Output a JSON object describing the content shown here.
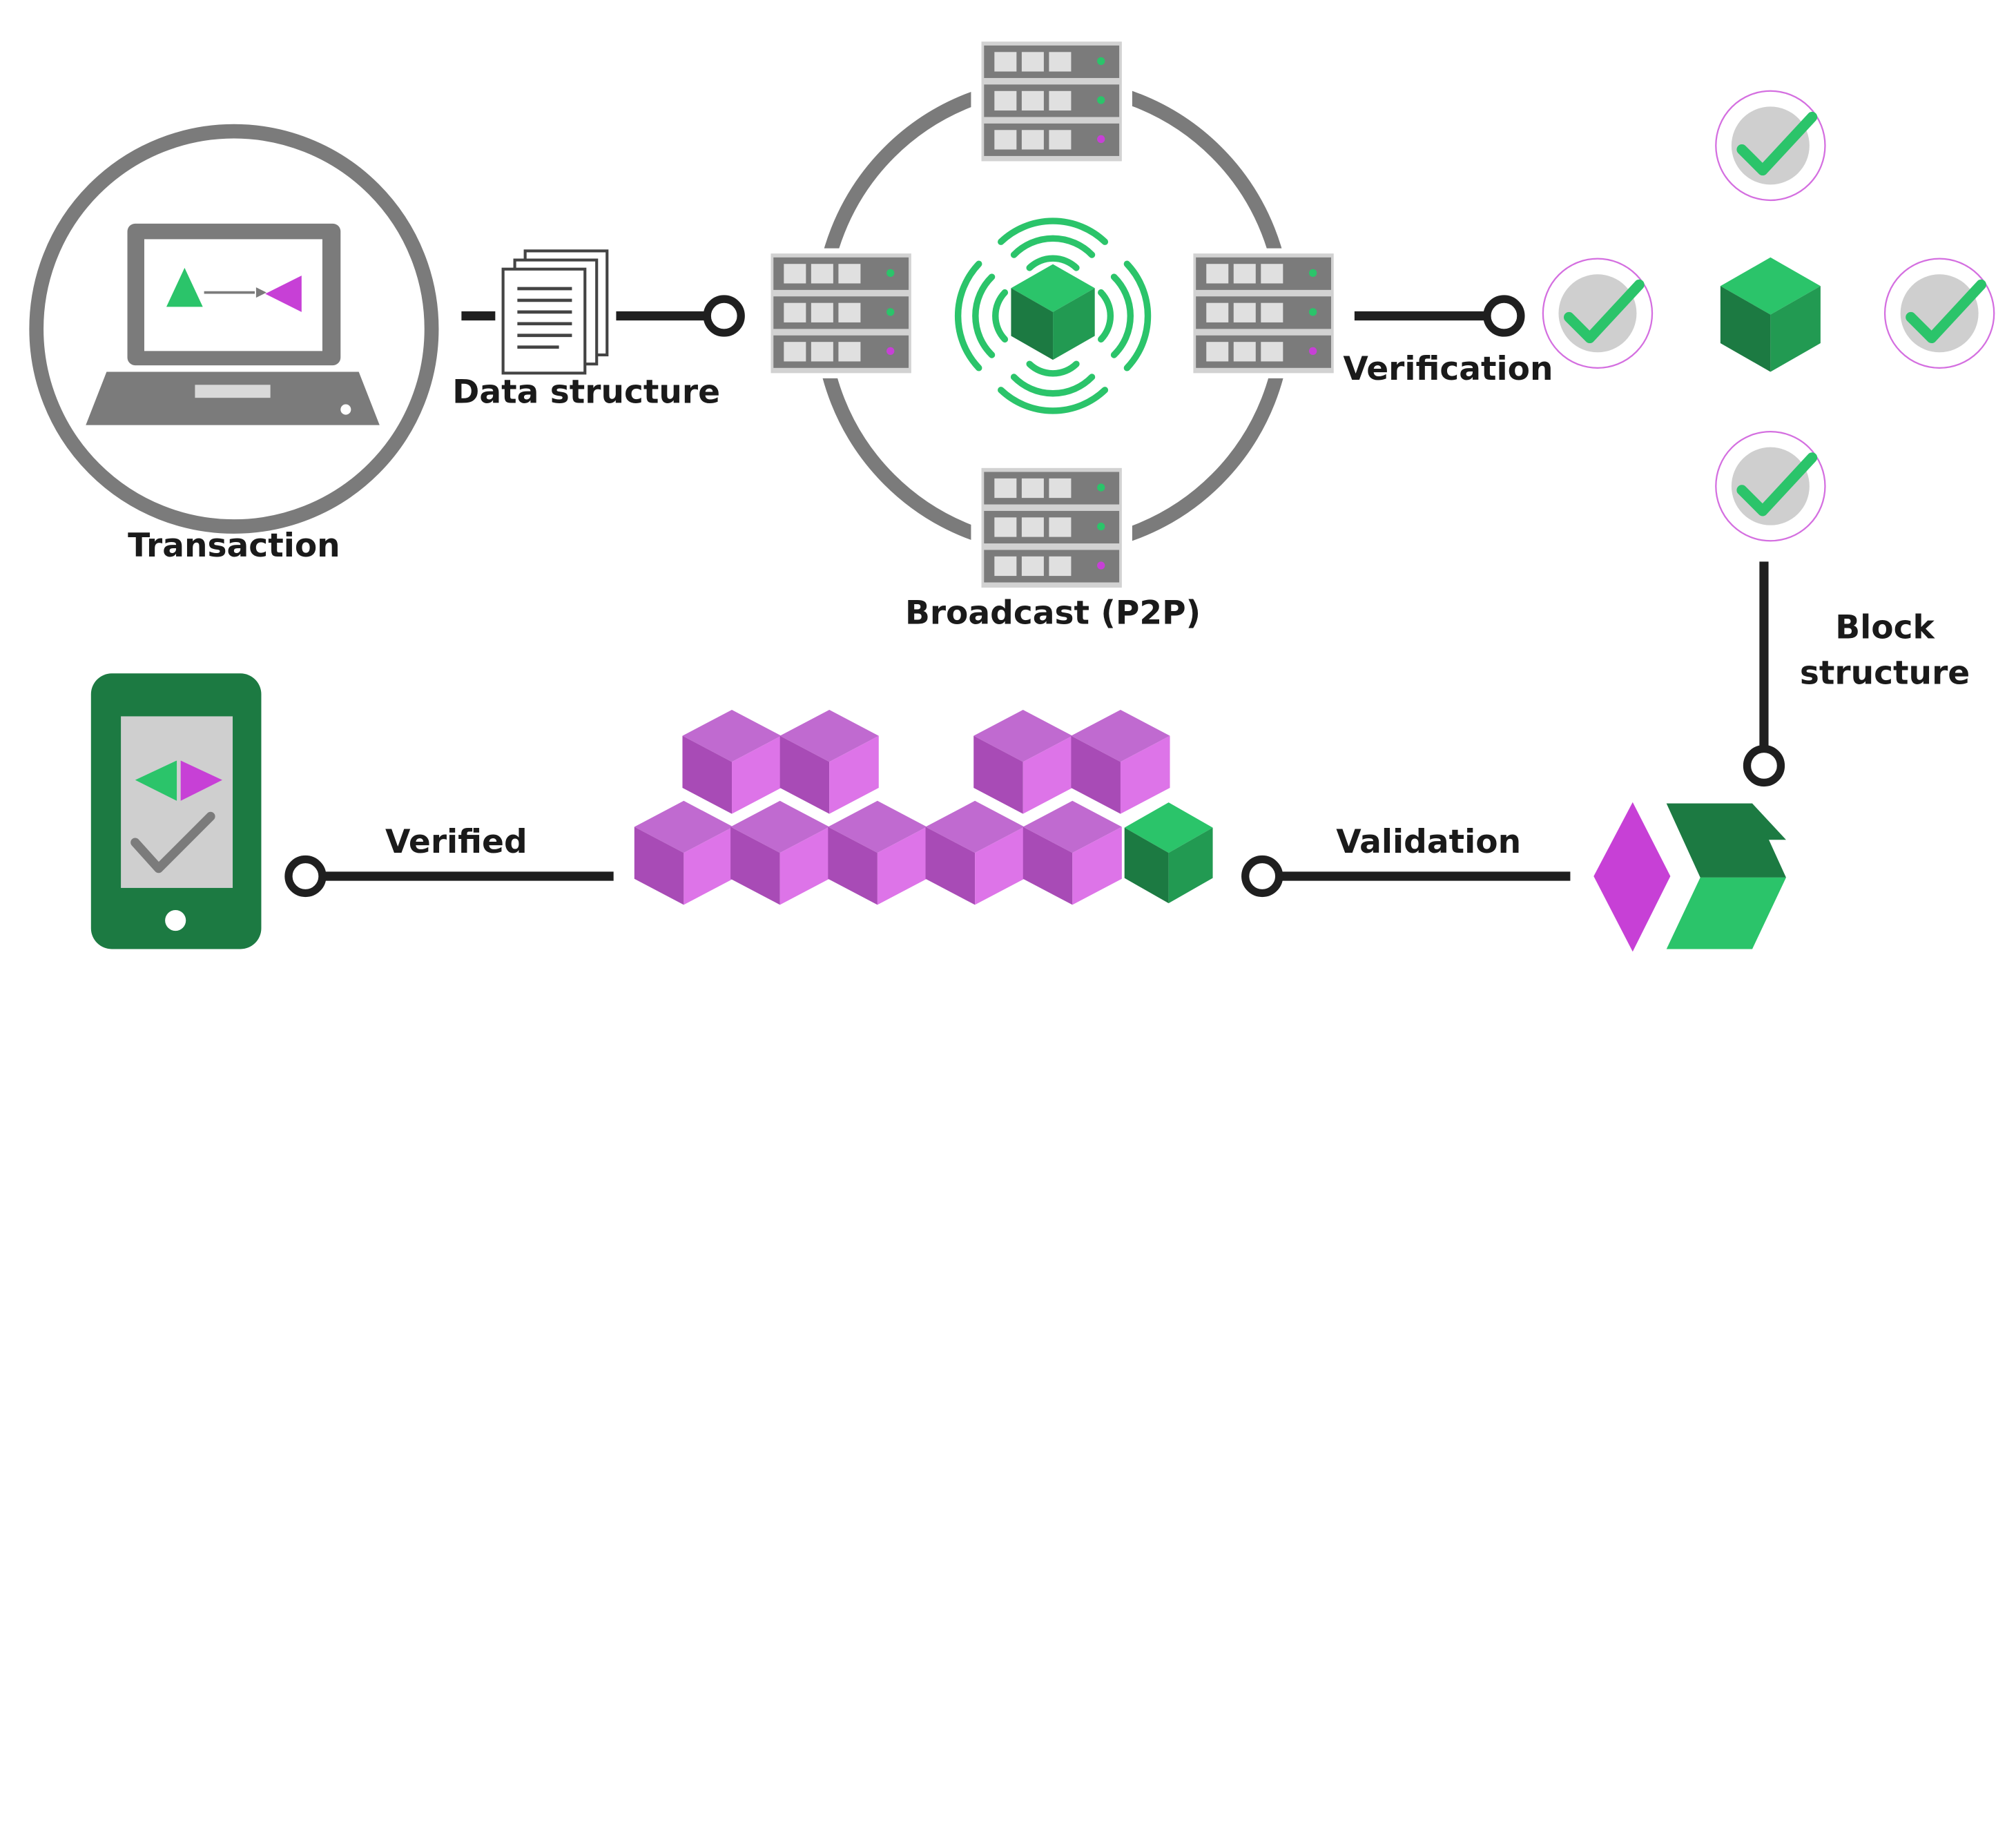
{
  "labels": {
    "transaction": "Transaction",
    "data_structure": "Data structure",
    "broadcast": "Broadcast (P2P)",
    "verification": "Verification",
    "block_structure_line1": "Block",
    "block_structure_line2": "structure",
    "validation": "Validation",
    "verified": "Verified"
  },
  "colors": {
    "green": "#2bc46a",
    "green_dark": "#1c7a42",
    "green_mid": "#229a52",
    "magenta": "#c740d6",
    "magenta_light": "#dd74e8",
    "magenta_dark": "#a84bb6",
    "gray": "#7b7b7b",
    "gray_light": "#cfcfcf",
    "line": "#1f1f1f"
  },
  "icons": {
    "laptop": "laptop-icon",
    "document": "document-stack-icon",
    "server": "server-rack-icon",
    "cube": "cube-icon",
    "wifi": "broadcast-waves-icon",
    "check": "check-circle-icon",
    "phone": "mobile-phone-icon",
    "chevron": "chevron-icon",
    "diamond": "diamond-icon"
  }
}
